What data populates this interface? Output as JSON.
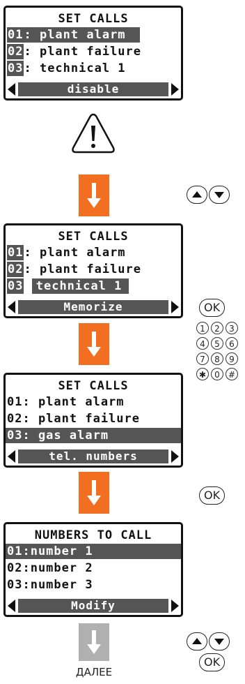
{
  "screens": [
    {
      "title": "SET CALLS",
      "rows": [
        {
          "num": "01",
          "text": ": plant alarm"
        },
        {
          "num": "02",
          "text": ": plant failure"
        },
        {
          "num": "03",
          "text": ": technical 1"
        }
      ],
      "bar": "disable"
    },
    {
      "title": "SET CALLS",
      "rows": [
        {
          "num": "01",
          "text": ": plant alarm"
        },
        {
          "num": "02",
          "text": ": plant failure"
        },
        {
          "num": "03",
          "text": "technical 1"
        }
      ],
      "bar": "Memorize"
    },
    {
      "title": "SET CALLS",
      "rows": [
        {
          "text": "01: plant alarm"
        },
        {
          "text": "02: plant failure"
        },
        {
          "text": "03: gas alarm"
        }
      ],
      "bar": "tel. numbers"
    },
    {
      "title": "NUMBERS TO CALL",
      "rows": [
        {
          "text": "01:number 1"
        },
        {
          "text": "02:number 2"
        },
        {
          "text": "03:number 3"
        }
      ],
      "bar": "Modify"
    }
  ],
  "keys": {
    "ok": "OK",
    "keypad": [
      "1",
      "2",
      "3",
      "4",
      "5",
      "6",
      "7",
      "8",
      "9",
      "✱",
      "0",
      "#"
    ]
  },
  "footer": {
    "next": "ДАЛЕЕ"
  },
  "colors": {
    "accent": "#f26f22",
    "highlight": "#555555",
    "next_arrow": "#b0b0b0"
  },
  "icons": [
    "warning-icon",
    "arrow-down-icon",
    "up-arrow-button-icon",
    "down-arrow-button-icon",
    "ok-button-icon"
  ]
}
